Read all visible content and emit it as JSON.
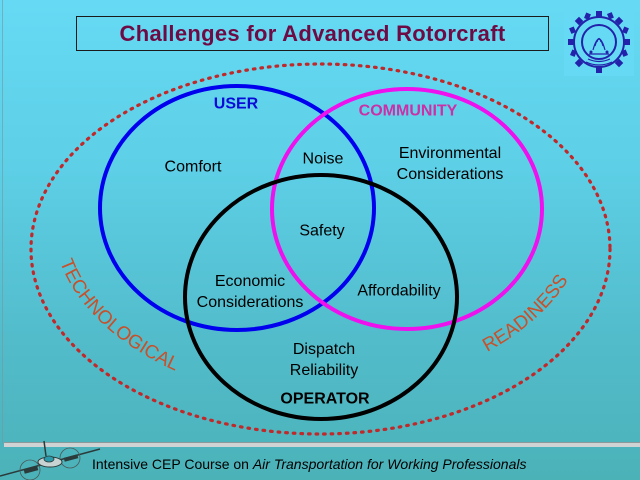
{
  "slide": {
    "title": "Challenges for Advanced Rotorcraft",
    "logo_icon": "institute-gear-logo-icon",
    "colors": {
      "background_top": "#66daf4",
      "background_bottom": "#4bb2b8",
      "title": "#6e0b45",
      "user_circle": "#0000ee",
      "community_circle": "#ee11ee",
      "operator_circle": "#000000",
      "readiness_boundary": "#c0282a",
      "arc_text": "#c8502a",
      "community_label": "#cc2fa8"
    }
  },
  "diagram": {
    "circles": {
      "user": {
        "label": "USER"
      },
      "community": {
        "label": "COMMUNITY"
      },
      "operator": {
        "label": "OPERATOR"
      }
    },
    "boundary": {
      "left_label": "TECHNOLOGICAL",
      "right_label": "READINESS"
    },
    "items": {
      "comfort": [
        "Comfort"
      ],
      "noise": [
        "Noise"
      ],
      "environmental": [
        "Environmental",
        "Considerations"
      ],
      "safety": [
        "Safety"
      ],
      "economic": [
        "Economic",
        "Considerations"
      ],
      "affordability": [
        "Affordability"
      ],
      "dispatch": [
        "Dispatch",
        "Reliability"
      ]
    }
  },
  "footer": {
    "prefix": "Intensive CEP Course on ",
    "course_title": "Air Transportation for Working Professionals",
    "airplane_icon": "twin-prop-airplane-icon"
  }
}
